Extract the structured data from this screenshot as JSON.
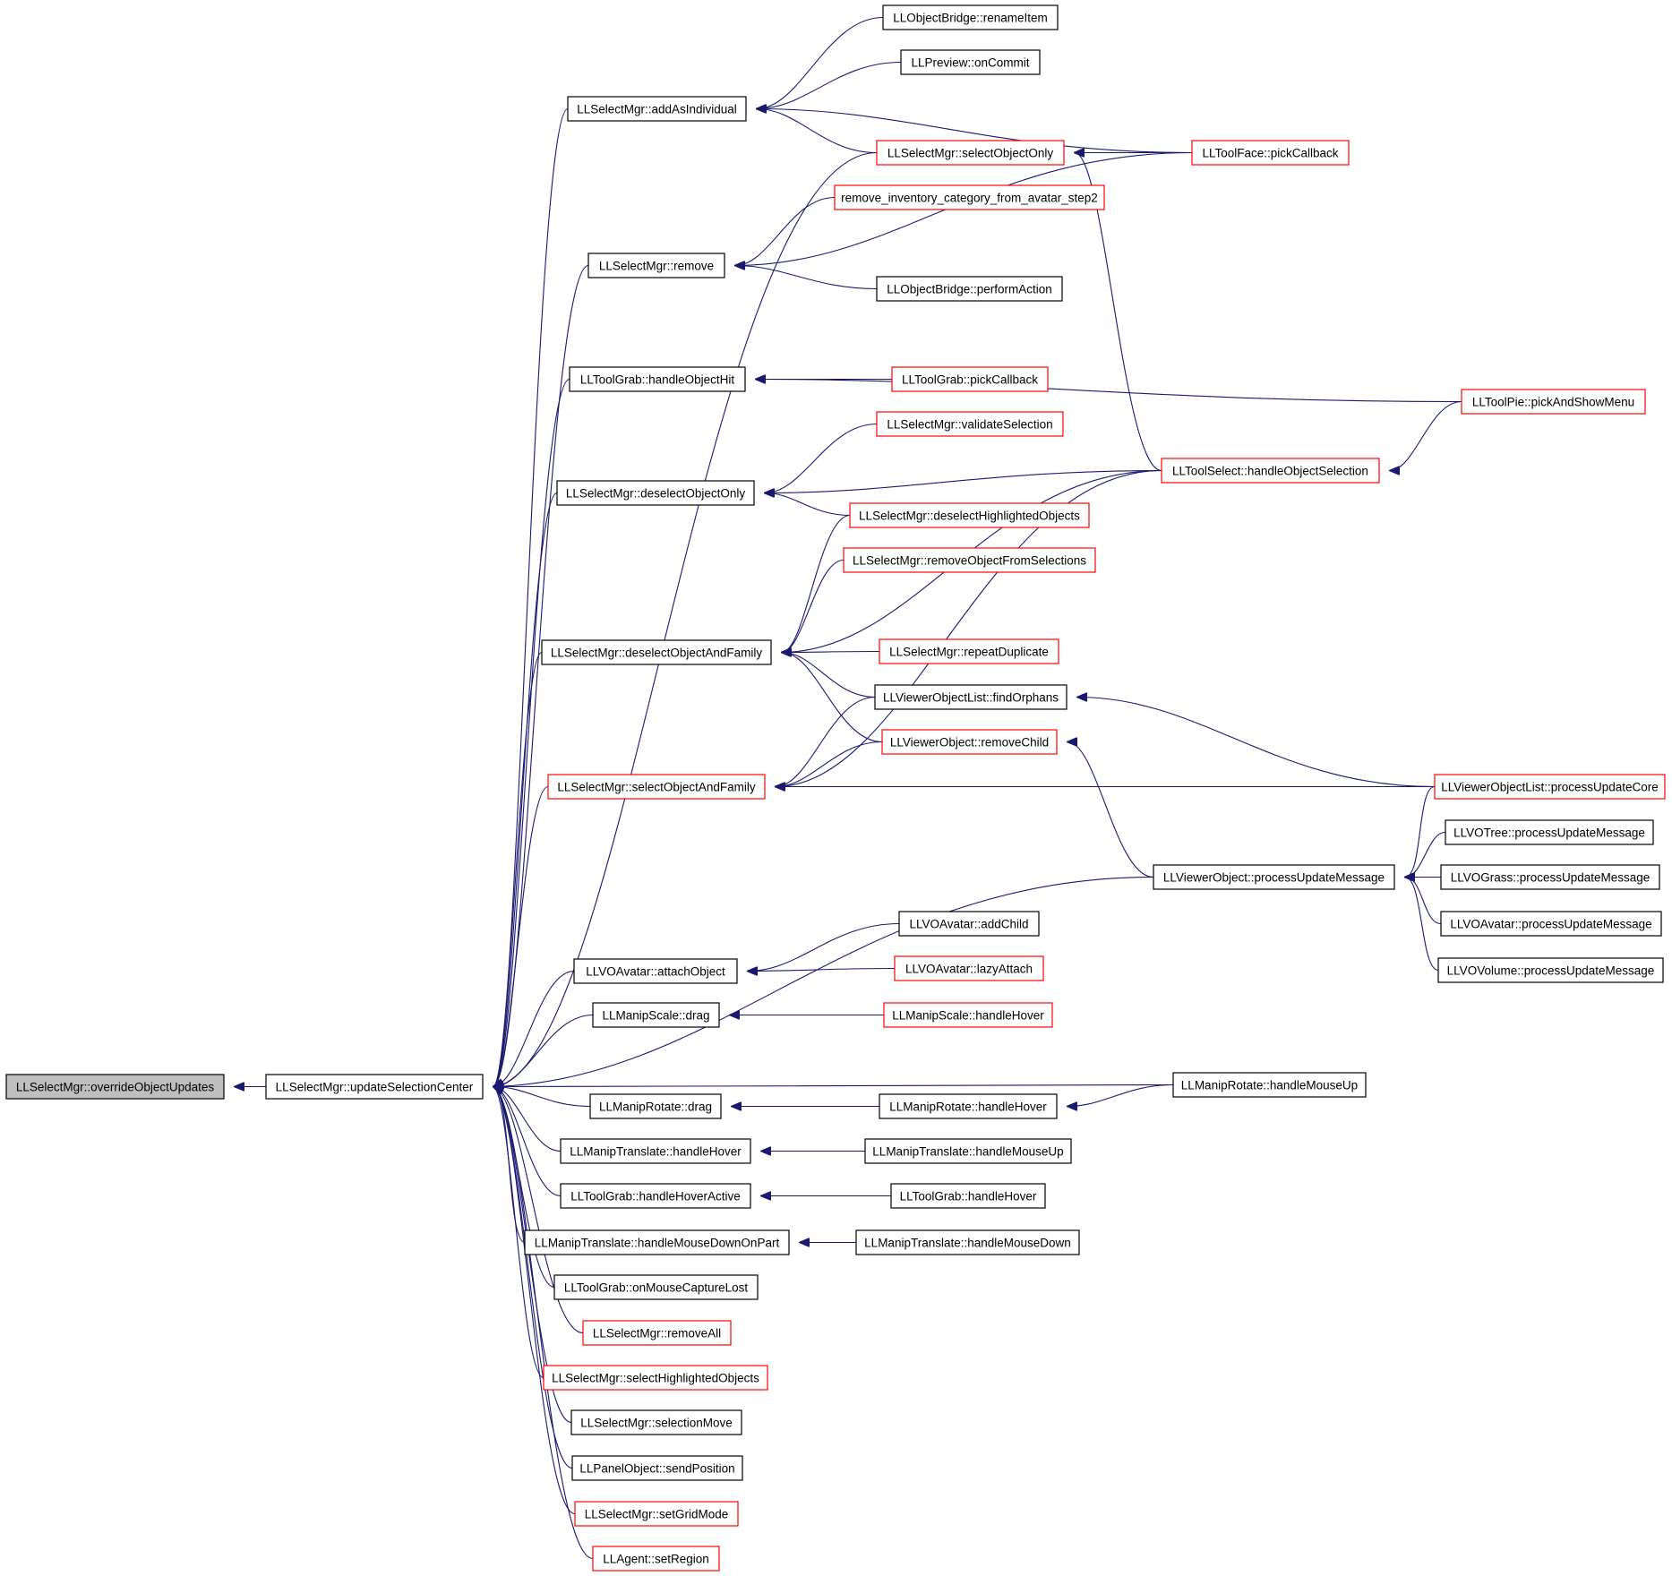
{
  "graph": {
    "nodes": [
      {
        "id": "root",
        "label": "LLSelectMgr::overrideObjectUpdates",
        "style": "root"
      },
      {
        "id": "usc",
        "label": "LLSelectMgr::updateSelectionCenter",
        "style": "black"
      },
      {
        "id": "addAsInd",
        "label": "LLSelectMgr::addAsIndividual",
        "style": "black"
      },
      {
        "id": "remove",
        "label": "LLSelectMgr::remove",
        "style": "black"
      },
      {
        "id": "tgHOH",
        "label": "LLToolGrab::handleObjectHit",
        "style": "black"
      },
      {
        "id": "deselOnly",
        "label": "LLSelectMgr::deselectObjectOnly",
        "style": "black"
      },
      {
        "id": "deselFam",
        "label": "LLSelectMgr::deselectObjectAndFamily",
        "style": "black"
      },
      {
        "id": "selFam",
        "label": "LLSelectMgr::selectObjectAndFamily",
        "style": "red"
      },
      {
        "id": "attach",
        "label": "LLVOAvatar::attachObject",
        "style": "black"
      },
      {
        "id": "msDrag",
        "label": "LLManipScale::drag",
        "style": "black"
      },
      {
        "id": "mrDrag",
        "label": "LLManipRotate::drag",
        "style": "black"
      },
      {
        "id": "mtHover",
        "label": "LLManipTranslate::handleHover",
        "style": "black"
      },
      {
        "id": "tgHHA",
        "label": "LLToolGrab::handleHoverActive",
        "style": "black"
      },
      {
        "id": "mtHMDOP",
        "label": "LLManipTranslate::handleMouseDownOnPart",
        "style": "black"
      },
      {
        "id": "tgOMCL",
        "label": "LLToolGrab::onMouseCaptureLost",
        "style": "black"
      },
      {
        "id": "removeAll",
        "label": "LLSelectMgr::removeAll",
        "style": "red"
      },
      {
        "id": "selHigh",
        "label": "LLSelectMgr::selectHighlightedObjects",
        "style": "red"
      },
      {
        "id": "selMove",
        "label": "LLSelectMgr::selectionMove",
        "style": "black"
      },
      {
        "id": "sendPos",
        "label": "LLPanelObject::sendPosition",
        "style": "black"
      },
      {
        "id": "gridMode",
        "label": "LLSelectMgr::setGridMode",
        "style": "red"
      },
      {
        "id": "setRegion",
        "label": "LLAgent::setRegion",
        "style": "red"
      },
      {
        "id": "obRename",
        "label": "LLObjectBridge::renameItem",
        "style": "black"
      },
      {
        "id": "prevCommit",
        "label": "LLPreview::onCommit",
        "style": "black"
      },
      {
        "id": "selOnly",
        "label": "LLSelectMgr::selectObjectOnly",
        "style": "red"
      },
      {
        "id": "remInv",
        "label": "remove_inventory_category_from_avatar_step2",
        "style": "red"
      },
      {
        "id": "obPerform",
        "label": "LLObjectBridge::performAction",
        "style": "black"
      },
      {
        "id": "tgPick",
        "label": "LLToolGrab::pickCallback",
        "style": "red"
      },
      {
        "id": "validSel",
        "label": "LLSelectMgr::validateSelection",
        "style": "red"
      },
      {
        "id": "deselHigh",
        "label": "LLSelectMgr::deselectHighlightedObjects",
        "style": "red"
      },
      {
        "id": "remFromSel",
        "label": "LLSelectMgr::removeObjectFromSelections",
        "style": "red"
      },
      {
        "id": "repDup",
        "label": "LLSelectMgr::repeatDuplicate",
        "style": "red"
      },
      {
        "id": "findOrph",
        "label": "LLViewerObjectList::findOrphans",
        "style": "black"
      },
      {
        "id": "remChild",
        "label": "LLViewerObject::removeChild",
        "style": "red"
      },
      {
        "id": "voPUM",
        "label": "LLViewerObject::processUpdateMessage",
        "style": "black"
      },
      {
        "id": "avAddChild",
        "label": "LLVOAvatar::addChild",
        "style": "black"
      },
      {
        "id": "avLazy",
        "label": "LLVOAvatar::lazyAttach",
        "style": "red"
      },
      {
        "id": "msHover",
        "label": "LLManipScale::handleHover",
        "style": "red"
      },
      {
        "id": "mrHover",
        "label": "LLManipRotate::handleHover",
        "style": "black"
      },
      {
        "id": "mtMouseUp",
        "label": "LLManipTranslate::handleMouseUp",
        "style": "black"
      },
      {
        "id": "tgHover",
        "label": "LLToolGrab::handleHover",
        "style": "black"
      },
      {
        "id": "mtMouseDown",
        "label": "LLManipTranslate::handleMouseDown",
        "style": "black"
      },
      {
        "id": "tfPick",
        "label": "LLToolFace::pickCallback",
        "style": "red"
      },
      {
        "id": "tsHOS",
        "label": "LLToolSelect::handleObjectSelection",
        "style": "red"
      },
      {
        "id": "mrMouseUp",
        "label": "LLManipRotate::handleMouseUp",
        "style": "black"
      },
      {
        "id": "tpPick",
        "label": "LLToolPie::pickAndShowMenu",
        "style": "red"
      },
      {
        "id": "volPUC",
        "label": "LLViewerObjectList::processUpdateCore",
        "style": "red"
      },
      {
        "id": "treePUM",
        "label": "LLVOTree::processUpdateMessage",
        "style": "black"
      },
      {
        "id": "grassPUM",
        "label": "LLVOGrass::processUpdateMessage",
        "style": "black"
      },
      {
        "id": "avPUM",
        "label": "LLVOAvatar::processUpdateMessage",
        "style": "black"
      },
      {
        "id": "volumePUM",
        "label": "LLVOVolume::processUpdateMessage",
        "style": "black"
      }
    ]
  }
}
